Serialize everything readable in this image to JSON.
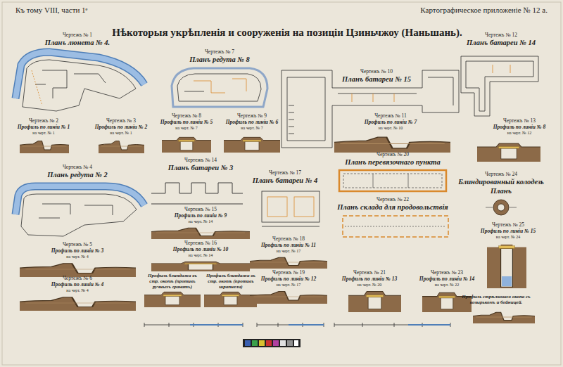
{
  "diagram": {
    "title": "Нѣкоторыя укрѣпленія и сооруженія на позиціи Цзиньчжоу (Наньшань).",
    "labels": [
      "Къ тому VIII, части 1ᵉ",
      "Картографическое приложеніе № 12 а.",
      "Чертежъ № 1",
      "Планъ люнета № 4.",
      "Чертежъ № 2",
      "Профиль по линіи № 1",
      "на черт. № 1",
      "Чертежъ № 3",
      "Профиль по линіи № 2",
      "на черт. № 1",
      "Чертежъ № 4",
      "Планъ редута № 2",
      "Чертежъ № 5",
      "Профиль по линіи № 3",
      "на черт. № 4",
      "Чертежъ № 6",
      "Профиль по линіи № 4",
      "на черт. № 4",
      "Чертежъ № 7",
      "Планъ редута № 8",
      "Чертежъ № 8",
      "Профиль по линіи № 5",
      "на черт. № 7",
      "Чертежъ № 9",
      "Профиль по линіи № 6",
      "на черт. № 7",
      "Чертежъ № 10",
      "Планъ батареи № 15",
      "Чертежъ № 11",
      "Профиль по линіи № 7",
      "на черт. № 10",
      "Чертежъ № 12",
      "Планъ батареи № 14",
      "Чертежъ № 13",
      "Профиль по линіи № 8",
      "на черт. № 12",
      "Чертежъ № 14",
      "Планъ батареи № 3",
      "Чертежъ № 15",
      "Профиль по линіи № 9",
      "на черт. № 14",
      "Чертежъ № 16",
      "Профиль по линіи № 10",
      "на черт. № 14",
      "Профиль блиндажа въ стр. окопѣ (противъ ручныхъ гранатъ)",
      "Профиль блиндажа въ стр. окопѣ (противъ шрапнели)",
      "Чертежъ № 17",
      "Планъ батареи № 4",
      "Чертежъ № 18",
      "Профиль по линіи № 11",
      "на черт. № 17",
      "Чертежъ № 19",
      "Профиль по линіи № 12",
      "на черт. № 17",
      "Чертежъ № 20",
      "Планъ перевязочнаго пункта",
      "Чертежъ № 22",
      "Планъ склада для продовольствія",
      "Чертежъ № 21",
      "Профиль по линіи № 13",
      "на черт. № 20",
      "Чертежъ № 23",
      "Профиль по линіи № 14",
      "на черт. № 22",
      "Чертежъ № 24",
      "Блиндированный колодезь",
      "Планъ",
      "Чертежъ № 25",
      "Профиль по линіи № 15",
      "на черт. № 24",
      "Профиль стрѣлковаго окопа съ козырькомъ и бойницей."
    ]
  }
}
